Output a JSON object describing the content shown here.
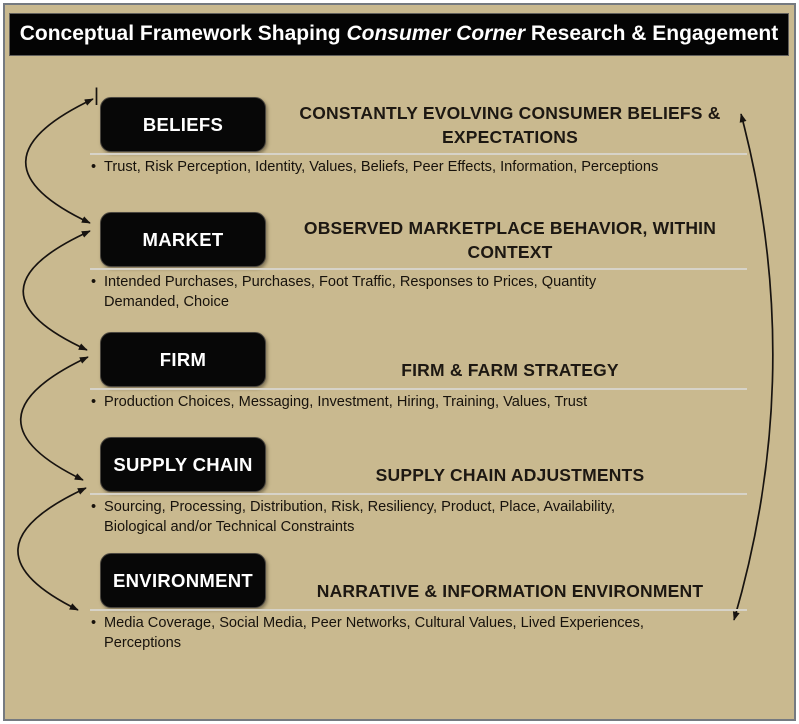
{
  "title": {
    "prefix": "Conceptual Framework Shaping ",
    "italic_phrase": "Consumer Corner",
    "suffix": " Research & Engagement"
  },
  "bullet_char": "•",
  "colors": {
    "background": "#C9B98F",
    "panel_border": "#757A80",
    "box_fill": "#070707",
    "box_text": "#FFFFFF",
    "heading_text": "#1D1812",
    "body_text": "#17120C",
    "divider": "#D7D3C8",
    "title_bg": "#040404",
    "title_text": "#FFFFFF",
    "arrow": "#171310"
  },
  "sections": [
    {
      "label": "BELIEFS",
      "heading": "CONSTANTLY EVOLVING CONSUMER BELIEFS &\nEXPECTATIONS",
      "bullet": "Trust, Risk Perception, Identity, Values, Beliefs, Peer Effects, Information, Perceptions"
    },
    {
      "label": "MARKET",
      "heading": "OBSERVED MARKETPLACE BEHAVIOR, WITHIN\nCONTEXT",
      "bullet": "Intended Purchases, Purchases, Foot Traffic, Responses to Prices, Quantity\nDemanded, Choice"
    },
    {
      "label": "FIRM",
      "heading": "FIRM & FARM STRATEGY",
      "bullet": "Production Choices, Messaging, Investment, Hiring, Training, Values, Trust"
    },
    {
      "label": "SUPPLY CHAIN",
      "heading": "SUPPLY CHAIN ADJUSTMENTS",
      "bullet": "Sourcing, Processing, Distribution, Risk, Resiliency, Product, Place, Availability,\nBiological and/or Technical Constraints"
    },
    {
      "label": "ENVIRONMENT",
      "heading": "NARRATIVE & INFORMATION ENVIRONMENT",
      "bullet": "Media Coverage, Social Media, Peer Networks, Cultural Values, Lived Experiences,\nPerceptions"
    }
  ],
  "arrows": {
    "left_arcs": [
      "beliefs-market",
      "market-firm",
      "firm-supply-chain",
      "supply-chain-environment"
    ],
    "right_arc": "environment-beliefs-feedback"
  }
}
